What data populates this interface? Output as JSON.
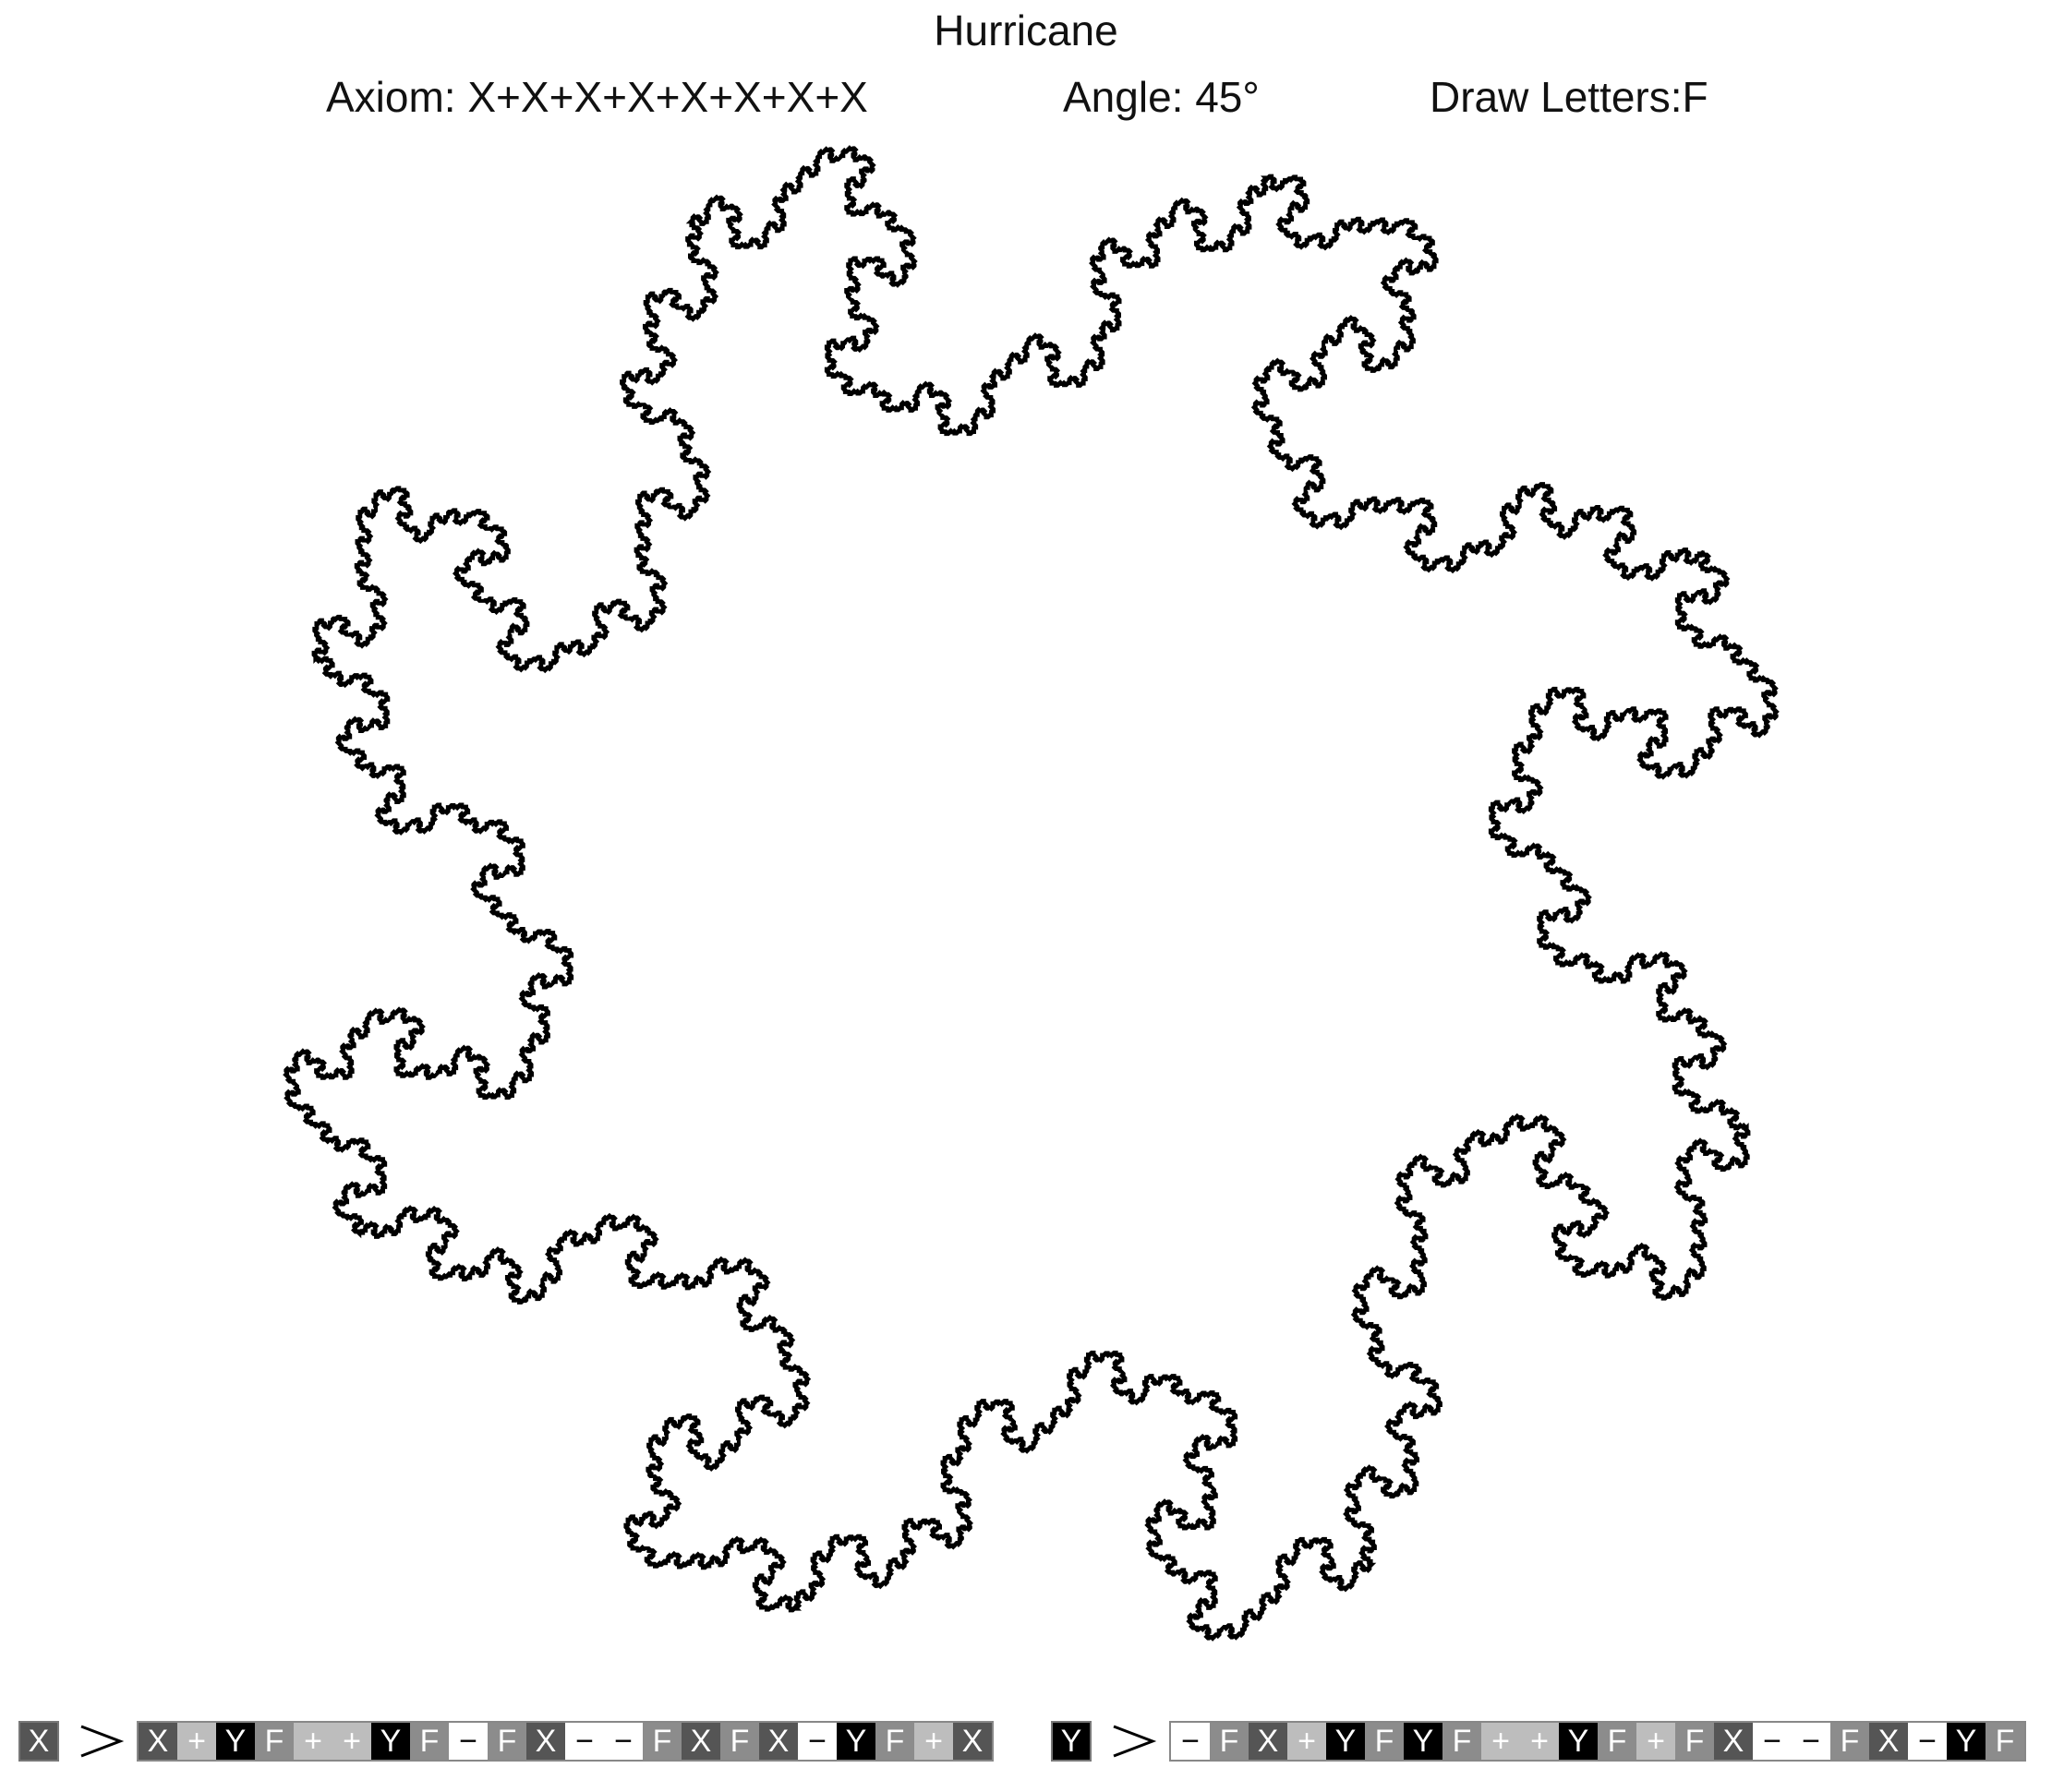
{
  "title": "Hurricane",
  "info": {
    "axiom": "Axiom: X+X+X+X+X+X+X+X",
    "angle": "Angle: 45°",
    "draw_letters": "Draw Letters:F"
  },
  "lsystem": {
    "axiom": "X+X+X+X+X+X+X+X",
    "angle_deg": 45,
    "draw_letters": [
      "F"
    ],
    "iterations": 4,
    "rules": [
      {
        "from": "X",
        "to": "X+YF++YF-FX--FXFX-YF+X"
      },
      {
        "from": "Y",
        "to": "-FX+YFYF++YF+FX--FX-YF"
      }
    ]
  },
  "rule_symbols": {
    "X": "X",
    "Y": "Y",
    "F": "F",
    "+": "+",
    "-": "−"
  },
  "symbol_colors": {
    "X": {
      "bg": "#555555",
      "fg": "#ffffff"
    },
    "Y": {
      "bg": "#000000",
      "fg": "#ffffff"
    },
    "F": {
      "bg": "#8c8c8c",
      "fg": "#ffffff"
    },
    "+": {
      "bg": "#bdbdbd",
      "fg": "#ffffff"
    },
    "-": {
      "bg": "#ffffff",
      "fg": "#000000"
    }
  },
  "colors": {
    "stroke": "#000000",
    "background": "#ffffff"
  },
  "icons": {
    "rule_arrow": "arrow-right-icon"
  }
}
